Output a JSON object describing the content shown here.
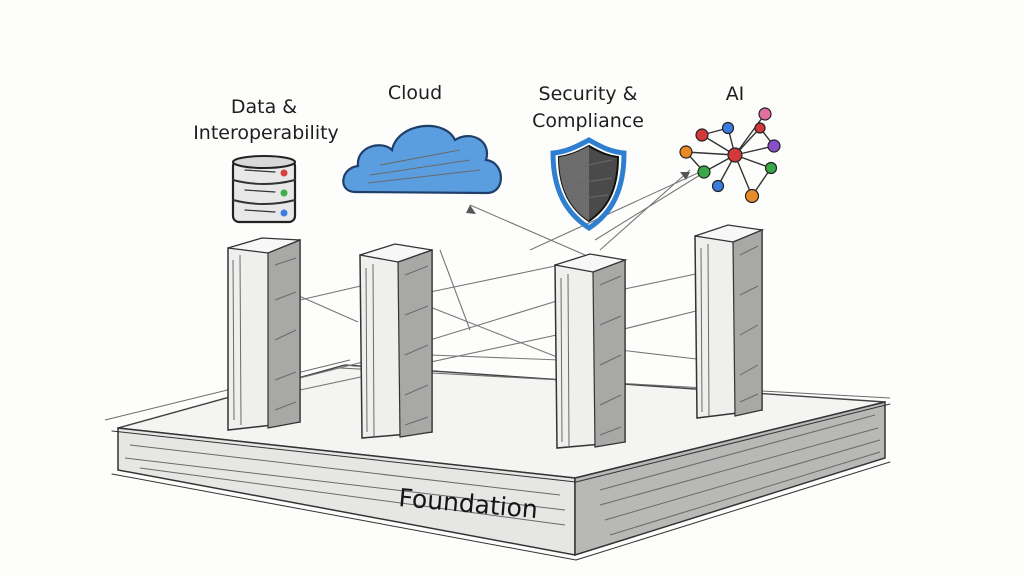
{
  "pillars": [
    {
      "label_lines": [
        "Data &",
        "Interoperability"
      ],
      "icon": "database-icon"
    },
    {
      "label_lines": [
        "Cloud"
      ],
      "icon": "cloud-icon"
    },
    {
      "label_lines": [
        "Security &",
        "Compliance"
      ],
      "icon": "shield-icon"
    },
    {
      "label_lines": [
        "AI"
      ],
      "icon": "network-icon"
    }
  ],
  "foundation": {
    "label": "Foundation"
  },
  "colors": {
    "cloud": "#5b9ee0",
    "shield_outline": "#2f7fd0",
    "db_light_1": "#d84040",
    "db_light_2": "#3fae4a",
    "db_light_3": "#3a7fe0",
    "node_red": "#d23a3a",
    "node_blue": "#3a7de0",
    "node_green": "#3aa84a",
    "node_orange": "#e88a2a",
    "node_purple": "#8a4fc8",
    "node_pink": "#e070a0"
  }
}
